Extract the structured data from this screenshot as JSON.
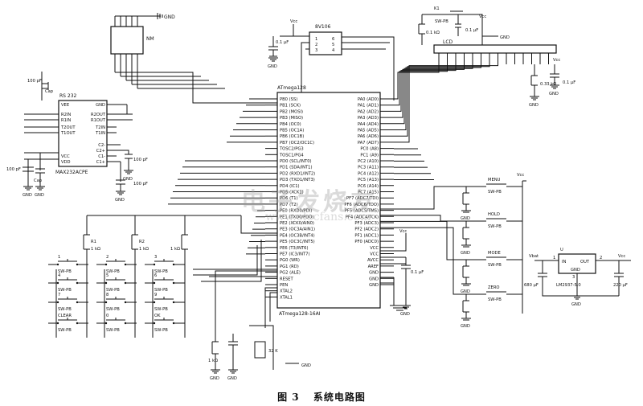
{
  "caption": {
    "figure": "图 3",
    "title": "系统电路图"
  },
  "watermark": {
    "main": "电子发烧友",
    "url": "www.elecfans.com"
  },
  "gnd": "GND",
  "vcc": "Vcc",
  "vbat": "Vbat",
  "mcu": {
    "title": "ATmega128",
    "part": "ATmega128-16AI",
    "left_pins": [
      "PB0 (SS)",
      "PB1 (SCK)",
      "PB2 (MOSI)",
      "PB3 (MISO)",
      "PB4 (OC0)",
      "PB5 (OC1A)",
      "PB6 (OC1B)",
      "PB7 (OC2/OC1C)",
      "TOSC2/PG3",
      "TOSC1/PG4",
      "PD0 (SCL/INT0)",
      "PD1 (SDA/INT1)",
      "PD2 (RXD1/INT2)",
      "PD3 (TXD1/INT3)",
      "PD4 (IC1)",
      "PD5 (XCK1)",
      "PD6 (T1)",
      "PD7 (T2)",
      "PE0 (RXD0/PDI)",
      "PE1 (TXD0/PDO)",
      "PE2 (XCK0/AIN0)",
      "PE3 (OC3A/AIN1)",
      "PE4 (OC3B/INT4)",
      "PE5 (OC3C/INT5)",
      "PE6 (T3/INT6)",
      "PE7 (IC3/INT7)",
      "PG0 (WR)",
      "PG1 (RD)",
      "PG2 (ALE)",
      "RESET",
      "PEN",
      "XTAL2",
      "XTAL1"
    ],
    "right_pins": [
      "PA0 (AD0)",
      "PA1 (AD1)",
      "PA2 (AD2)",
      "PA3 (AD3)",
      "PA4 (AD4)",
      "PA5 (AD5)",
      "PA6 (AD6)",
      "PA7 (AD7)",
      "PC0 (A8)",
      "PC1 (A9)",
      "PC2 (A10)",
      "PC3 (A11)",
      "PC4 (A12)",
      "PC5 (A13)",
      "PC6 (A14)",
      "PC7 (A15)",
      "PF7 (ADC7/TDI)",
      "PF6 (ADC6/TDO)",
      "PF5 (ADC5/TMS)",
      "PF4 (ADC4/TCK)",
      "PF3 (ADC3)",
      "PF2 (ADC2)",
      "PF1 (ADC1)",
      "PF0 (ADC0)",
      "VCC",
      "VCC",
      "AVCC",
      "AREF",
      "GND",
      "GND",
      "GND"
    ]
  },
  "rs232": {
    "title": "RS 232",
    "part": "MAX232ACPE",
    "pins_left": [
      "VEE",
      "R2IN",
      "R1IN",
      "T2OUT",
      "T1OUT",
      "VCC",
      "VDD"
    ],
    "pins_right": [
      "GND",
      "R2OUT",
      "R1OUT",
      "T2IN",
      "T1IN"
    ],
    "caps": [
      "C2-",
      "C2+",
      "C1-",
      "C1+"
    ]
  },
  "transistor": {
    "name": "8V106",
    "pins": [
      "1",
      "2",
      "3",
      "4",
      "5",
      "6"
    ]
  },
  "header": {
    "name": "NM"
  },
  "lcd": {
    "name": "LCD"
  },
  "lcd_switch": {
    "ref": "K1",
    "type": "SW-PB"
  },
  "regulator": {
    "ref": "U",
    "part": "LM2937-5.0",
    "pins": [
      "IN",
      "OUT",
      "GND"
    ],
    "nums": [
      "1",
      "3",
      "2"
    ]
  },
  "mode_buttons": [
    {
      "label": "MENU",
      "type": "SW-PB"
    },
    {
      "label": "HOLD",
      "type": "SW-PB"
    },
    {
      "label": "MODE",
      "type": "SW-PB"
    },
    {
      "label": "ZERO",
      "type": "SW-PB"
    }
  ],
  "keypad": [
    {
      "num": "1",
      "type": "SW-PB"
    },
    {
      "num": "2",
      "type": "SW-PB"
    },
    {
      "num": "3",
      "type": "SW-PB"
    },
    {
      "num": "4",
      "type": "SW-PB"
    },
    {
      "num": "5",
      "type": "SW-PB"
    },
    {
      "num": "6",
      "type": "SW-PB"
    },
    {
      "num": "7",
      "type": "SW-PB"
    },
    {
      "num": "8",
      "type": "SW-PB"
    },
    {
      "num": "9",
      "type": "SW-PB"
    },
    {
      "num": "CLEAR",
      "type": "SW-PB"
    },
    {
      "num": "0",
      "type": "SW-PB"
    },
    {
      "num": "OK",
      "type": "SW-PB"
    }
  ],
  "labels": {
    "r1k": "1 kΩ",
    "r2k": "1 kΩ",
    "r3k": "1 kΩ",
    "c_0_1": "0.1 μF",
    "c_100p": "100 pF",
    "c_100p2": "100 pF",
    "c_100p3": "100 pF",
    "c_0_1b": "0.1 μF",
    "c_0_1c": "0.1 μF",
    "c_680": "680 μF",
    "c_220": "220 μF",
    "r_lcd": "0.1 kΩ",
    "xtal": "32 K",
    "c_cap": "Cap",
    "c_cap2": "Cap",
    "r_lcd2": "0.33 kΩ",
    "r_reset": "1 kΩ"
  }
}
